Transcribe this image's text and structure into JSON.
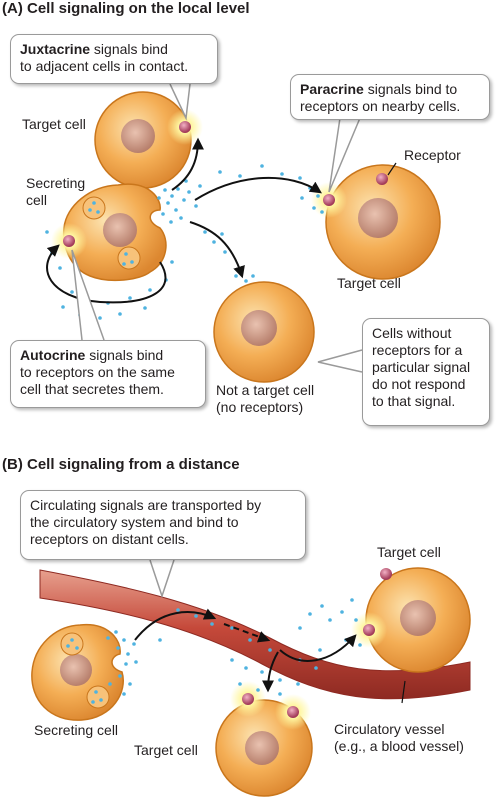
{
  "panel_a": {
    "title": "(A)  Cell signaling on the local level",
    "callouts": {
      "juxtacrine": {
        "term": "Juxtacrine",
        "rest": " signals bind",
        "line2": "to adjacent cells in contact."
      },
      "paracrine": {
        "term": "Paracrine",
        "rest": " signals bind to",
        "line2": "receptors on nearby cells."
      },
      "autocrine": {
        "term": "Autocrine",
        "rest": " signals bind",
        "line2": "to receptors on the same",
        "line3": "cell that secretes them."
      },
      "no_receptor": {
        "line1": "Cells without",
        "line2": "receptors for a",
        "line3": "particular signal",
        "line4": "do not respond",
        "line5": "to that signal."
      }
    },
    "labels": {
      "target_cell_left": "Target cell",
      "secreting_cell_1": "Secreting",
      "secreting_cell_2": "cell",
      "receptor": "Receptor",
      "target_cell_right": "Target cell",
      "not_target_1": "Not a target cell",
      "not_target_2": "(no receptors)"
    }
  },
  "panel_b": {
    "title": "(B)  Cell signaling from a distance",
    "callout": {
      "line1": "Circulating signals are transported by",
      "line2": "the circulatory system and bind to",
      "line3": "receptors on distant cells."
    },
    "labels": {
      "target_cell_top": "Target cell",
      "secreting_cell": "Secreting cell",
      "target_cell_bottom": "Target cell",
      "vessel_1": "Circulatory vessel",
      "vessel_2": "(e.g., a blood vessel)"
    }
  },
  "colors": {
    "cell_fill": "#f2a541",
    "cell_edge": "#c9761c",
    "nucleus": "#c98f7c",
    "signal": "#4fb3e0",
    "receptor": "#b0405c",
    "vessel": "#c24a3a",
    "glow": "#fff27a"
  }
}
